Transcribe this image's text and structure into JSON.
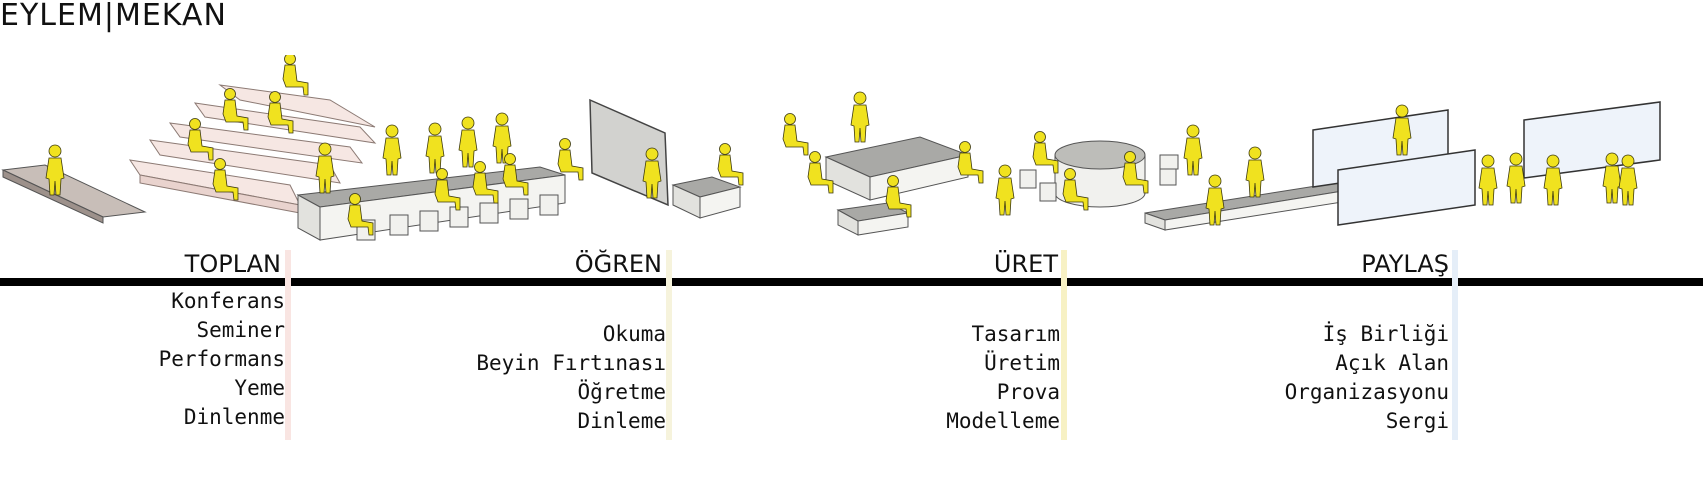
{
  "title": "EYLEM|MEKAN",
  "colors": {
    "figure": "#f0e21f",
    "timeline": "#000000",
    "divider_toplan": "#f9e5e2",
    "divider_ogren": "#f6f3dc",
    "divider_uret": "#f7f1c4",
    "divider_paylas": "#e5eef8"
  },
  "zones": [
    {
      "label": "TOPLAN",
      "activities": [
        "Konferans",
        "Seminer",
        "Performans",
        "Yeme",
        "Dinlenme"
      ]
    },
    {
      "label": "ÖĞREN",
      "activities": [
        "Okuma",
        "Beyin Fırtınası",
        "Öğretme",
        "Dinleme"
      ]
    },
    {
      "label": "ÜRET",
      "activities": [
        "Tasarım",
        "Üretim",
        "Prova",
        "Modelleme"
      ]
    },
    {
      "label": "PAYLAŞ",
      "activities": [
        "İş Birliği",
        "Açık Alan",
        "Organizasyonu",
        "Sergi"
      ]
    }
  ]
}
